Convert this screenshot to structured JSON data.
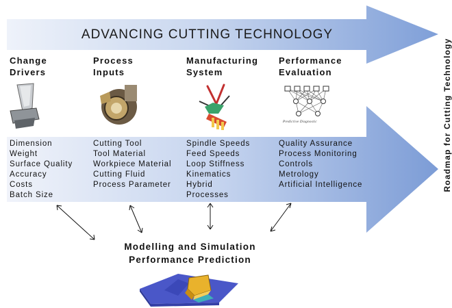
{
  "banner_title": "ADVANCING CUTTING TECHNOLOGY",
  "side_title": "Roadmap for Cutting Technology",
  "columns": [
    {
      "heading": "Change Drivers",
      "items": [
        "Dimension",
        "Weight",
        "Surface Quality",
        "Accuracy",
        "Costs",
        "Batch Size"
      ],
      "image": "turbine-blade-image"
    },
    {
      "heading": "Process Inputs",
      "items": [
        "Cutting Tool",
        "Tool Material",
        "Workpiece Material",
        "Cutting Fluid",
        "Process Parameter"
      ],
      "image": "milling-tool-image"
    },
    {
      "heading": "Manufacturing System",
      "items": [
        "Spindle Speeds",
        "Feed Speeds",
        "Loop Stiffness",
        "Kinematics",
        "Hybrid",
        "Processes"
      ],
      "image": "hexapod-machine-image"
    },
    {
      "heading": "Performance Evaluation",
      "items": [
        "Quality Assurance",
        "Process Monitoring",
        "Controls",
        "Metrology",
        "Artificial Intelligence"
      ],
      "image": "neural-network-image",
      "image_caption": "Predictive   Diagnostic"
    }
  ],
  "bottom": {
    "line1": "Modelling and Simulation",
    "line2": "Performance Prediction",
    "image": "fem-simulation-image"
  },
  "colors": {
    "arrow_light": "#e9eef8",
    "arrow_dark": "#7f9fd8",
    "text": "#111111"
  }
}
